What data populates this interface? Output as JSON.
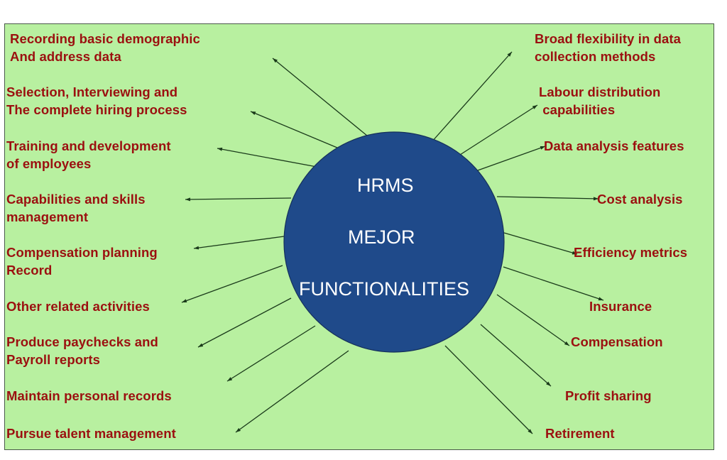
{
  "diagram": {
    "title_lines": [
      "HRMS",
      "MEJOR",
      "FUNCTIONALITIES"
    ],
    "colors": {
      "background": "#b8f0a0",
      "hub_fill": "#1f4a8a",
      "label_text": "#9b1010",
      "hub_text": "#ffffff",
      "arrow": "#1a3a1a"
    },
    "left_items": [
      {
        "label": "Recording basic demographic\nAnd address data"
      },
      {
        "label": "Selection, Interviewing and\nThe complete hiring process"
      },
      {
        "label": "Training and development\nof employees"
      },
      {
        "label": "Capabilities and skills\nmanagement"
      },
      {
        "label": "Compensation planning\nRecord"
      },
      {
        "label": "Other related activities"
      },
      {
        "label": "Produce paychecks and\nPayroll reports"
      },
      {
        "label": "Maintain personal records"
      },
      {
        "label": "Pursue talent management"
      }
    ],
    "right_items": [
      {
        "label": "Broad flexibility in data\ncollection methods"
      },
      {
        "label": "Labour distribution\n capabilities"
      },
      {
        "label": "Data analysis features"
      },
      {
        "label": "Cost analysis"
      },
      {
        "label": "Efficiency metrics"
      },
      {
        "label": "Insurance"
      },
      {
        "label": "Compensation"
      },
      {
        "label": "Profit sharing"
      },
      {
        "label": "Retirement"
      }
    ]
  }
}
